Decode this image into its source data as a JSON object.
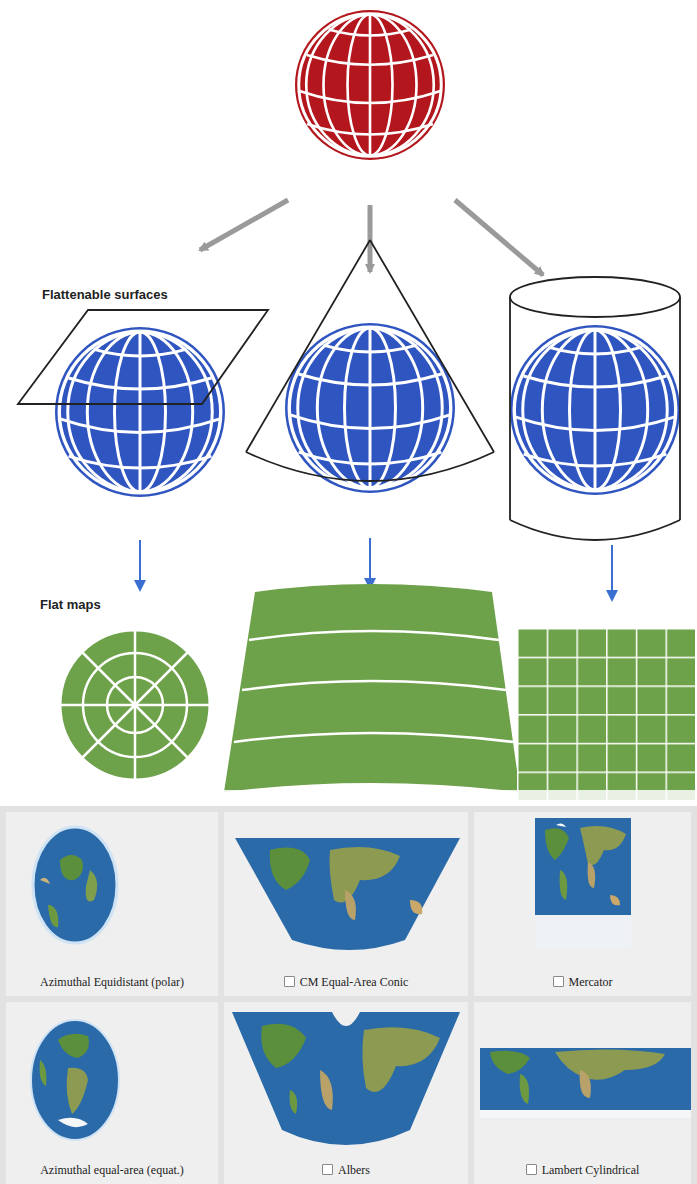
{
  "diagram": {
    "nodes": [
      {
        "text": [
          "Azimuthal Equidistant (polar)"
        ]
      },
      {
        "text": [
          "CM Equal-Area Conic"
        ]
      },
      {
        "text": [
          "Mercator"
        ]
      },
      {
        "text": [
          "Azimuthal equal-area (equat.)"
        ]
      },
      {
        "text": [
          "Albers"
        ]
      },
      {
        "text": [
          "Lambert Cylindrical"
        ]
      }
    ],
    "labels": [
      "Flattenable surfaces",
      "Flat maps"
    ]
  }
}
